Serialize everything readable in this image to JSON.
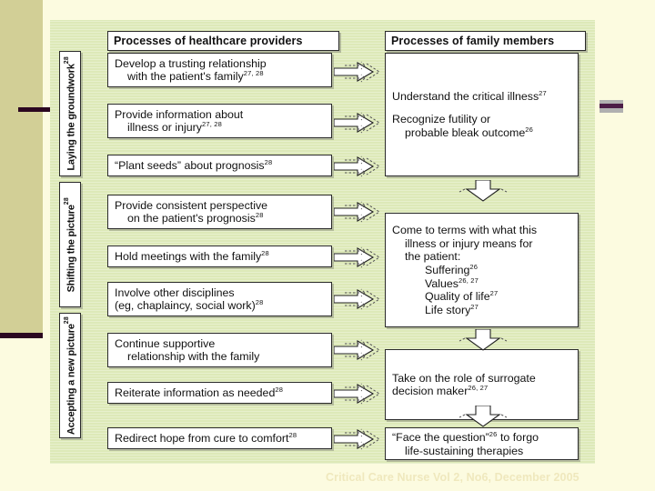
{
  "slide": {
    "background_color": "#fcfbe0",
    "panel_color": "#dde9b8",
    "accent_bar_color": "#d2cf96",
    "rule_color": "#2b0720",
    "footer": "Critical Care Nurse Vol 2, No6, December 2005"
  },
  "columns": {
    "left_header": "Processes of healthcare providers",
    "right_header": "Processes of family members"
  },
  "stages": [
    {
      "label": "Laying the groundwork",
      "ref": "28"
    },
    {
      "label": "Shifting the picture",
      "ref": "28"
    },
    {
      "label": "Accepting a new picture",
      "ref": "28"
    }
  ],
  "provider_boxes": [
    {
      "line1": "Develop a trusting relationship",
      "line2": "with the patient's family",
      "ref": "27, 28"
    },
    {
      "line1": "Provide information about",
      "line2": "illness or injury",
      "ref": "27, 28"
    },
    {
      "line1": "“Plant seeds” about prognosis",
      "line2": "",
      "ref": "28"
    },
    {
      "line1": "Provide consistent perspective",
      "line2": "on the patient's prognosis",
      "ref": "28"
    },
    {
      "line1": "Hold meetings with the family",
      "line2": "",
      "ref": "28"
    },
    {
      "line1": "Involve other disciplines",
      "line2": "(eg, chaplaincy, social work)",
      "ref": "28"
    },
    {
      "line1": "Continue supportive",
      "line2": "relationship with the family",
      "ref": ""
    },
    {
      "line1": "Reiterate information as needed",
      "line2": "",
      "ref": "28"
    },
    {
      "line1": "Redirect hope from cure to comfort",
      "line2": "",
      "ref": "28"
    }
  ],
  "family_boxes": [
    {
      "lines": [
        {
          "text": "Understand the critical illness",
          "ref": "27",
          "indent": 0
        },
        {
          "text": "Recognize futility or",
          "ref": "",
          "indent": 0
        },
        {
          "text": "probable bleak outcome",
          "ref": "26",
          "indent": 1
        }
      ]
    },
    {
      "lines": [
        {
          "text": "Come to terms with what this",
          "ref": "",
          "indent": 0
        },
        {
          "text": "illness or injury means for",
          "ref": "",
          "indent": 1
        },
        {
          "text": "the patient:",
          "ref": "",
          "indent": 1
        },
        {
          "text": "Suffering",
          "ref": "26",
          "indent": 2
        },
        {
          "text": "Values",
          "ref": "26, 27",
          "indent": 2
        },
        {
          "text": "Quality of life",
          "ref": "27",
          "indent": 2
        },
        {
          "text": "Life story",
          "ref": "27",
          "indent": 2
        }
      ]
    },
    {
      "lines": [
        {
          "text": "Take on the role of surrogate",
          "ref": "",
          "indent": 0
        },
        {
          "text": "decision maker",
          "ref": "26, 27",
          "indent": 0
        }
      ]
    },
    {
      "lines": [
        {
          "text": "“Face the question”",
          "ref": "26",
          "indent": 0,
          "suffix": " to forgo"
        },
        {
          "text": "life-sustaining therapies",
          "ref": "",
          "indent": 1
        }
      ]
    }
  ],
  "arrows": {
    "right_arrow_count": 9,
    "down_arrow_count": 3,
    "style": "white outlined block arrow with dashed shadow"
  }
}
